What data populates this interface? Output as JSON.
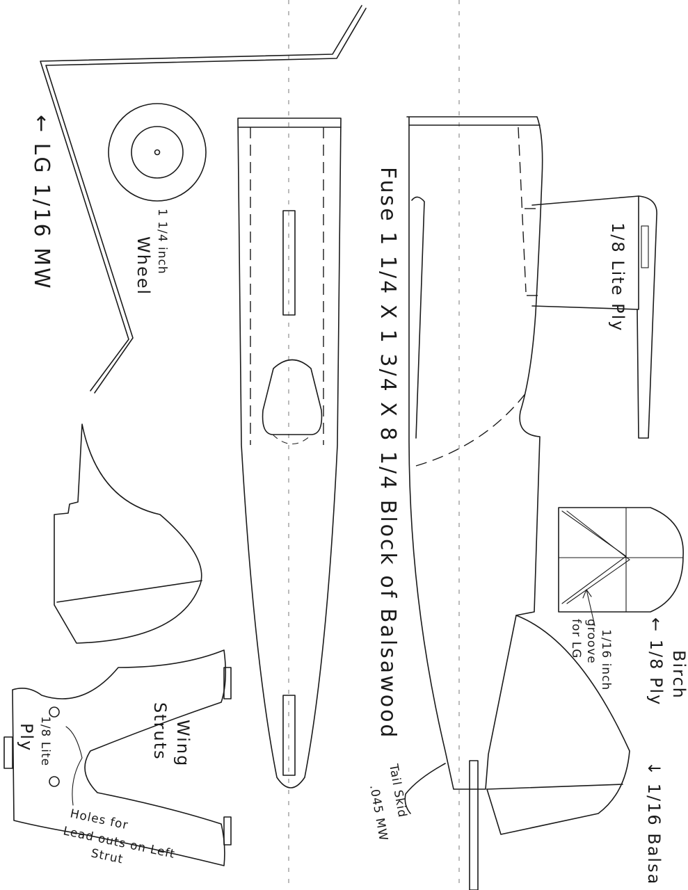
{
  "labels": {
    "landing_gear": "← LG 1/16 MW",
    "wheel_line1": "1 1/4 inch",
    "wheel_line2": "Wheel",
    "fuse": "Fuse 1 1/4 X 1 3/4 X 8 1/4  Block of Balsawood",
    "stab": "1/8 Lite Ply",
    "birch_line1": "Birch",
    "birch_line2": "← 1/8 Ply",
    "groove_line1": "1/16 inch",
    "groove_line2": "groove",
    "groove_line3": "for LG",
    "wing_struts_line1": "Wing",
    "wing_struts_line2": "Struts",
    "strut_ply_line1": "1/8 Lite",
    "strut_ply_line2": "Ply",
    "holes_line1": "Holes for",
    "holes_line2": "Lead outs on Left",
    "holes_line3": "Strut",
    "tail_skid_line1": "Tail Skid",
    "tail_skid_line2": ".045 MW",
    "rudder": "↓ 1/16 Balsa"
  }
}
